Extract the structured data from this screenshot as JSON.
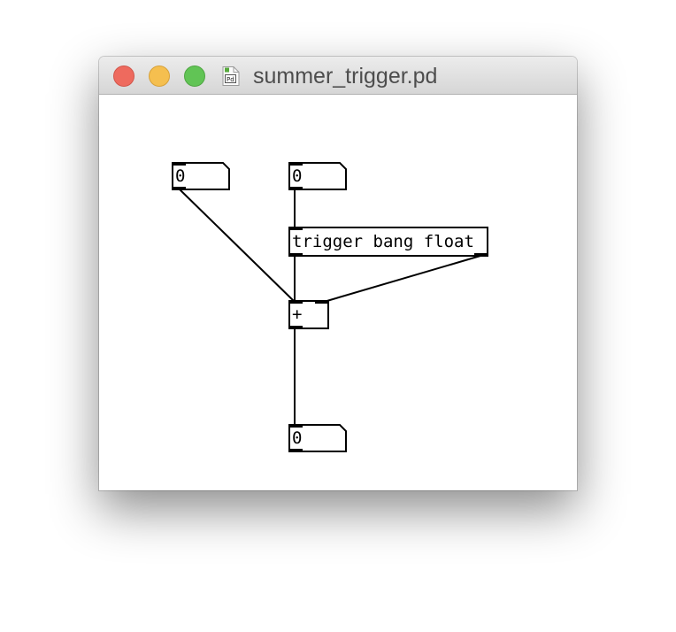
{
  "window": {
    "title": "summer_trigger.pd",
    "file_icon_label": "Pd"
  },
  "colors": {
    "close": "#ee6a5e",
    "minimize": "#f5bf4f",
    "zoom": "#61c455",
    "patch_line": "#000000",
    "canvas_bg": "#ffffff"
  },
  "patch": {
    "number_left": {
      "value": "0"
    },
    "number_top": {
      "value": "0"
    },
    "trigger": {
      "text": "trigger bang float"
    },
    "plus": {
      "text": "+"
    },
    "number_out": {
      "value": "0"
    }
  }
}
